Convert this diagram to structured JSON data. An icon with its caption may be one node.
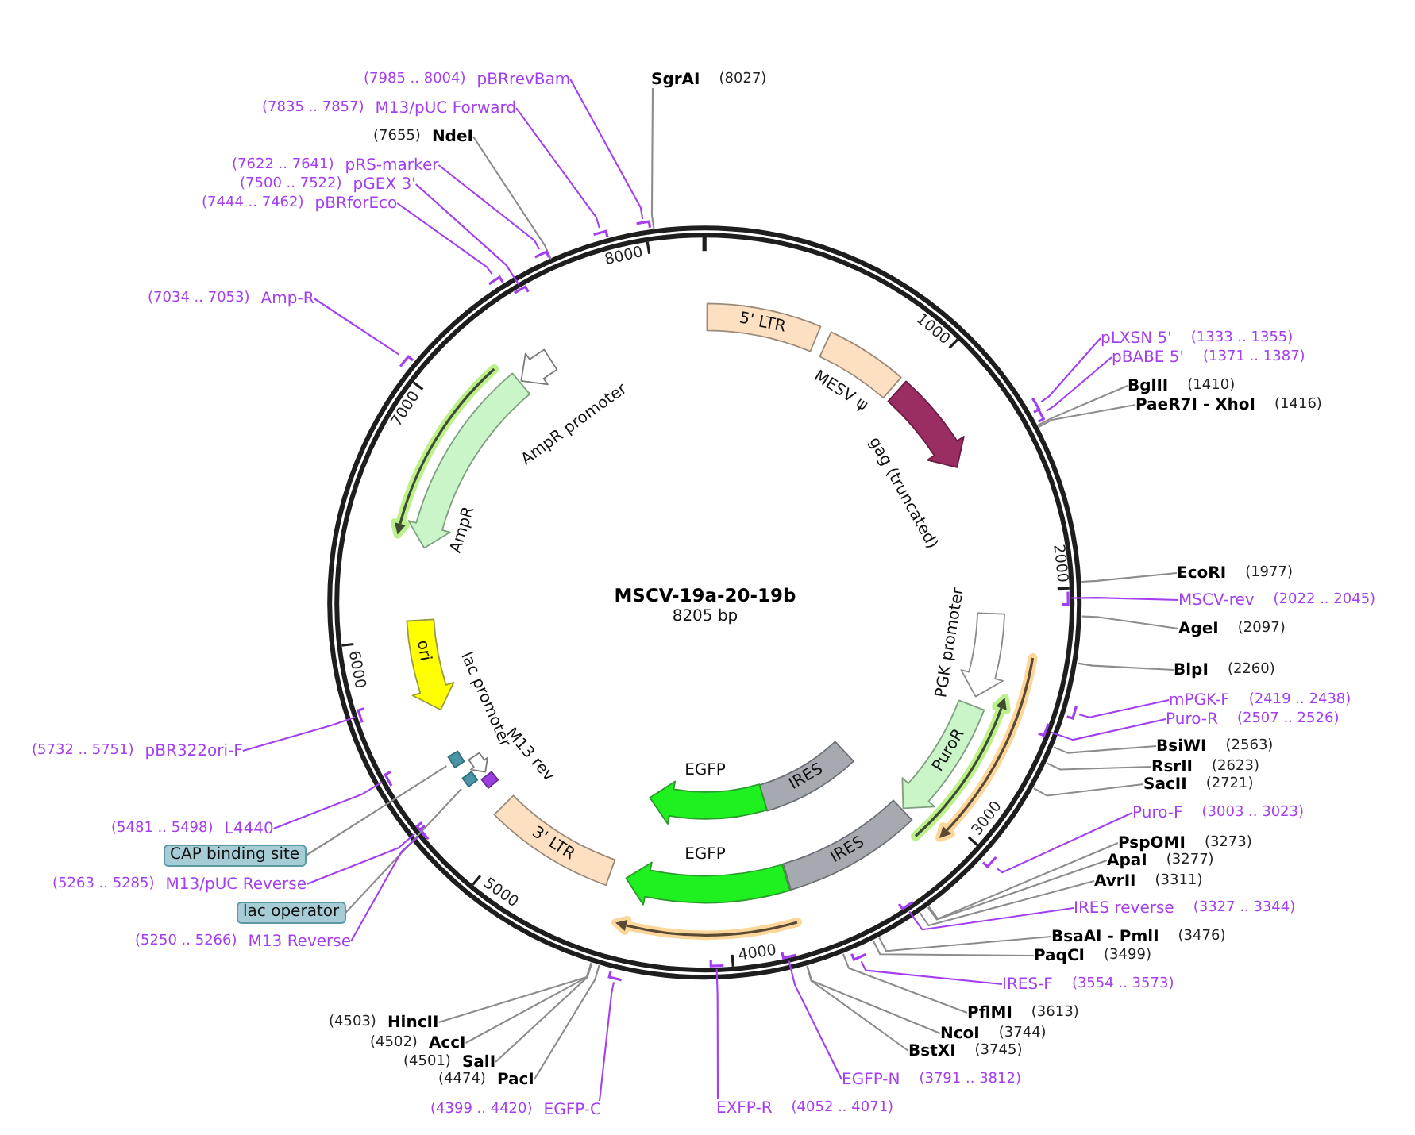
{
  "diagram": {
    "title": "MSCV-19a-20-19b",
    "nodes": [
      {
        "text": [],
        "shape": "circle"
      },
      {
        "text": [
          "5' LTR"
        ],
        "in": 0
      },
      {
        "text": [],
        "shape": "box",
        "beside": [
          "MESV ψ"
        ],
        "in": 0
      },
      {
        "text": [],
        "shape": "arrow",
        "beside": [
          "gag (truncated)"
        ],
        "in": 0
      },
      {
        "text": [],
        "shape": "arrow",
        "beside": [
          "PGK promoter"
        ],
        "in": 0
      },
      {
        "text": [
          "PuroR"
        ],
        "in": 0
      },
      {
        "text": [
          "IRES"
        ],
        "in": 0
      },
      {
        "text": [],
        "shape": "arrow",
        "beside": [
          "EGFP"
        ],
        "in": 0
      },
      {
        "text": [
          "IRES"
        ],
        "in": 0
      },
      {
        "text": [],
        "shape": "arrow",
        "beside": [
          "EGFP"
        ],
        "in": 0
      },
      {
        "text": [
          "3' LTR"
        ],
        "in": 0
      },
      {
        "text": [],
        "shape": "box",
        "beside": [
          "M13 rev"
        ],
        "in": 0
      },
      {
        "text": [],
        "shape": "arrow",
        "beside": [
          "lac promoter"
        ],
        "in": 0
      },
      {
        "text": [
          "ori"
        ],
        "in": 0
      },
      {
        "text": [],
        "shape": "arrow",
        "beside": [
          "AmpR"
        ],
        "in": 0
      },
      {
        "text": [],
        "shape": "arrow",
        "beside": [
          "AmpR promoter"
        ],
        "in": 0
      },
      {
        "text": [],
        "shape": "box",
        "in": 0
      },
      {
        "text": [],
        "shape": "box",
        "in": 0
      },
      {
        "text": [],
        "shape": "arrow",
        "in": 0
      },
      {
        "text": [],
        "shape": "arrow",
        "in": 0
      },
      {
        "text": [],
        "shape": "arrow",
        "in": 0
      },
      {
        "text": [],
        "shape": "arrow",
        "in": 0
      },
      {
        "text": [
          "CAP binding site"
        ]
      },
      {
        "text": [
          "lac operator"
        ]
      },
      {
        "text": [
          "pLXSN 5'",
          "(1333 .. 1355)"
        ]
      },
      {
        "text": [
          "pBABE 5'",
          "(1371 .. 1387)"
        ]
      },
      {
        "text": [
          "BglII",
          "(1410)"
        ]
      },
      {
        "text": [
          "PaeR7I - XhoI",
          "(1416)"
        ]
      },
      {
        "text": [
          "EcoRI",
          "(1977)"
        ]
      },
      {
        "text": [
          "MSCV-rev",
          "(2022 .. 2045)"
        ]
      },
      {
        "text": [
          "AgeI",
          "(2097)"
        ]
      },
      {
        "text": [
          "BlpI",
          "(2260)"
        ]
      },
      {
        "text": [
          "mPGK-F",
          "(2419 .. 2438)"
        ]
      },
      {
        "text": [
          "Puro-R",
          "(2507 .. 2526)"
        ]
      },
      {
        "text": [
          "BsiWI",
          "(2563)"
        ]
      },
      {
        "text": [
          "RsrII",
          "(2623)"
        ]
      },
      {
        "text": [
          "SacII",
          "(2721)"
        ]
      },
      {
        "text": [
          "Puro-F",
          "(3003 .. 3023)"
        ]
      },
      {
        "text": [
          "PspOMI",
          "(3273)"
        ]
      },
      {
        "text": [
          "ApaI",
          "(3277)"
        ]
      },
      {
        "text": [
          "AvrII",
          "(3311)"
        ]
      },
      {
        "text": [
          "IRES reverse",
          "(3327 .. 3344)"
        ]
      },
      {
        "text": [
          "BsaAI - PmlI",
          "(3476)"
        ]
      },
      {
        "text": [
          "PaqCI",
          "(3499)"
        ]
      },
      {
        "text": [
          "IRES-F",
          "(3554 .. 3573)"
        ]
      },
      {
        "text": [
          "PflMI",
          "(3613)"
        ]
      },
      {
        "text": [
          "NcoI",
          "(3744)"
        ]
      },
      {
        "text": [
          "BstXI",
          "(3745)"
        ]
      },
      {
        "text": [
          "EGFP-N",
          "(3791 .. 3812)"
        ]
      },
      {
        "text": [
          "EXFP-R",
          "(4052 .. 4071)"
        ]
      },
      {
        "text": [
          "(4399 .. 4420)",
          "EGFP-C"
        ]
      },
      {
        "text": [
          "(4474)",
          "PacI"
        ]
      },
      {
        "text": [
          "(4501)",
          "SalI"
        ]
      },
      {
        "text": [
          "(4502)",
          "AccI"
        ]
      },
      {
        "text": [
          "(4503)",
          "HincII"
        ]
      },
      {
        "text": [
          "(5250 .. 5266)",
          "M13 Reverse"
        ]
      },
      {
        "text": [
          "(5263 .. 5285)",
          "M13/pUC Reverse"
        ]
      },
      {
        "text": [
          "(5481 .. 5498)",
          "L4440"
        ]
      },
      {
        "text": [
          "(5732 .. 5751)",
          "pBR322ori-F"
        ]
      },
      {
        "text": [
          "(7034 .. 7053)",
          "Amp-R"
        ]
      },
      {
        "text": [
          "(7444 .. 7462)",
          "pBRforEco"
        ]
      },
      {
        "text": [
          "(7500 .. 7522)",
          "pGEX 3'"
        ]
      },
      {
        "text": [
          "(7622 .. 7641)",
          "pRS-marker"
        ]
      },
      {
        "text": [
          "(7655)",
          "NdeI"
        ]
      },
      {
        "text": [
          "(7835 .. 7857)",
          "M13/pUC Forward"
        ]
      },
      {
        "text": [
          "(7985 .. 8004)",
          "pBRrevBam"
        ]
      },
      {
        "text": [
          "SgrAI",
          "(8027)"
        ]
      },
      {
        "text": [],
        "shape": "bar"
      },
      {
        "text": [],
        "shape": "bar"
      },
      {
        "text": [],
        "shape": "bar",
        "in": 0
      },
      {
        "text": [],
        "shape": "bar"
      },
      {
        "text": [],
        "shape": "bar",
        "in": 0
      },
      {
        "text": [],
        "shape": "bar"
      },
      {
        "text": [],
        "shape": "bar",
        "in": 0
      },
      {
        "text": [],
        "shape": "bar"
      },
      {
        "text": [],
        "shape": "bar",
        "in": 0
      },
      {
        "text": [],
        "shape": "bar",
        "in": 0
      },
      {
        "text": [],
        "shape": "bar"
      },
      {
        "text": [],
        "shape": "bar",
        "in": 0
      },
      {
        "text": [],
        "shape": "bar",
        "in": 0
      },
      {
        "text": [],
        "shape": "bar",
        "in": 0
      },
      {
        "text": [],
        "shape": "bar",
        "in": 0
      },
      {
        "text": [],
        "shape": "bar"
      },
      {
        "text": [],
        "shape": "bar"
      },
      {
        "text": [],
        "shape": "bar",
        "in": 0
      },
      {
        "text": [],
        "shape": "bar"
      },
      {
        "text": [],
        "shape": "bar"
      },
      {
        "text": [],
        "shape": "bar"
      }
    ],
    "edges": [
      {
        "from": 22,
        "to": 16,
        "arrow": "none"
      },
      {
        "from": 23,
        "to": 17,
        "arrow": "none"
      },
      {
        "from": 24,
        "to": 67,
        "arrow": "none",
        "color": "#a33ff0"
      },
      {
        "from": 25,
        "to": 68,
        "arrow": "none",
        "color": "#a33ff0"
      },
      {
        "from": 26,
        "to": 0,
        "arrow": "none"
      },
      {
        "from": 27,
        "to": 0,
        "arrow": "none"
      },
      {
        "from": 28,
        "to": 0,
        "arrow": "none"
      },
      {
        "from": 29,
        "to": 69,
        "arrow": "none",
        "color": "#a33ff0"
      },
      {
        "from": 30,
        "to": 0,
        "arrow": "none"
      },
      {
        "from": 31,
        "to": 0,
        "arrow": "none"
      },
      {
        "from": 32,
        "to": 70,
        "arrow": "none",
        "color": "#a33ff0"
      },
      {
        "from": 33,
        "to": 71,
        "arrow": "none",
        "color": "#a33ff0"
      },
      {
        "from": 34,
        "to": 0,
        "arrow": "none"
      },
      {
        "from": 35,
        "to": 0,
        "arrow": "none"
      },
      {
        "from": 36,
        "to": 0,
        "arrow": "none"
      },
      {
        "from": 37,
        "to": 72,
        "arrow": "none",
        "color": "#a33ff0"
      },
      {
        "from": 38,
        "to": 0,
        "arrow": "none"
      },
      {
        "from": 39,
        "to": 0,
        "arrow": "none"
      },
      {
        "from": 40,
        "to": 0,
        "arrow": "none"
      },
      {
        "from": 41,
        "to": 73,
        "arrow": "none",
        "color": "#a33ff0"
      },
      {
        "from": 42,
        "to": 0,
        "arrow": "none"
      },
      {
        "from": 43,
        "to": 0,
        "arrow": "none"
      },
      {
        "from": 44,
        "to": 74,
        "arrow": "none",
        "color": "#a33ff0"
      },
      {
        "from": 45,
        "to": 0,
        "arrow": "none"
      },
      {
        "from": 46,
        "to": 0,
        "arrow": "none"
      },
      {
        "from": 47,
        "to": 0,
        "arrow": "none"
      },
      {
        "from": 48,
        "to": 75,
        "arrow": "none",
        "color": "#a33ff0"
      },
      {
        "from": 49,
        "to": 76,
        "arrow": "none",
        "color": "#a33ff0"
      },
      {
        "from": 50,
        "to": 77,
        "arrow": "none",
        "color": "#a33ff0"
      },
      {
        "from": 51,
        "to": 0,
        "arrow": "none"
      },
      {
        "from": 52,
        "to": 0,
        "arrow": "none"
      },
      {
        "from": 53,
        "to": 0,
        "arrow": "none"
      },
      {
        "from": 54,
        "to": 0,
        "arrow": "none"
      },
      {
        "from": 55,
        "to": 78,
        "arrow": "none",
        "color": "#a33ff0"
      },
      {
        "from": 56,
        "to": 79,
        "arrow": "none",
        "color": "#a33ff0"
      },
      {
        "from": 57,
        "to": 80,
        "arrow": "none",
        "color": "#a33ff0"
      },
      {
        "from": 58,
        "to": 81,
        "arrow": "none",
        "color": "#a33ff0"
      },
      {
        "from": 59,
        "to": 82,
        "arrow": "none",
        "color": "#a33ff0"
      },
      {
        "from": 60,
        "to": 83,
        "arrow": "none",
        "color": "#a33ff0"
      },
      {
        "from": 61,
        "to": 84,
        "arrow": "none",
        "color": "#a33ff0"
      },
      {
        "from": 62,
        "to": 85,
        "arrow": "none",
        "color": "#a33ff0"
      },
      {
        "from": 63,
        "to": 0,
        "arrow": "none"
      },
      {
        "from": 64,
        "to": 86,
        "arrow": "none",
        "color": "#a33ff0"
      },
      {
        "from": 65,
        "to": 87,
        "arrow": "none",
        "color": "#a33ff0"
      },
      {
        "from": 66,
        "to": 0,
        "arrow": "none"
      }
    ],
    "labels": [
      "8205 bp",
      "1000",
      "2000",
      "3000",
      "4000",
      "5000",
      "6000",
      "7000",
      "8000"
    ]
  }
}
